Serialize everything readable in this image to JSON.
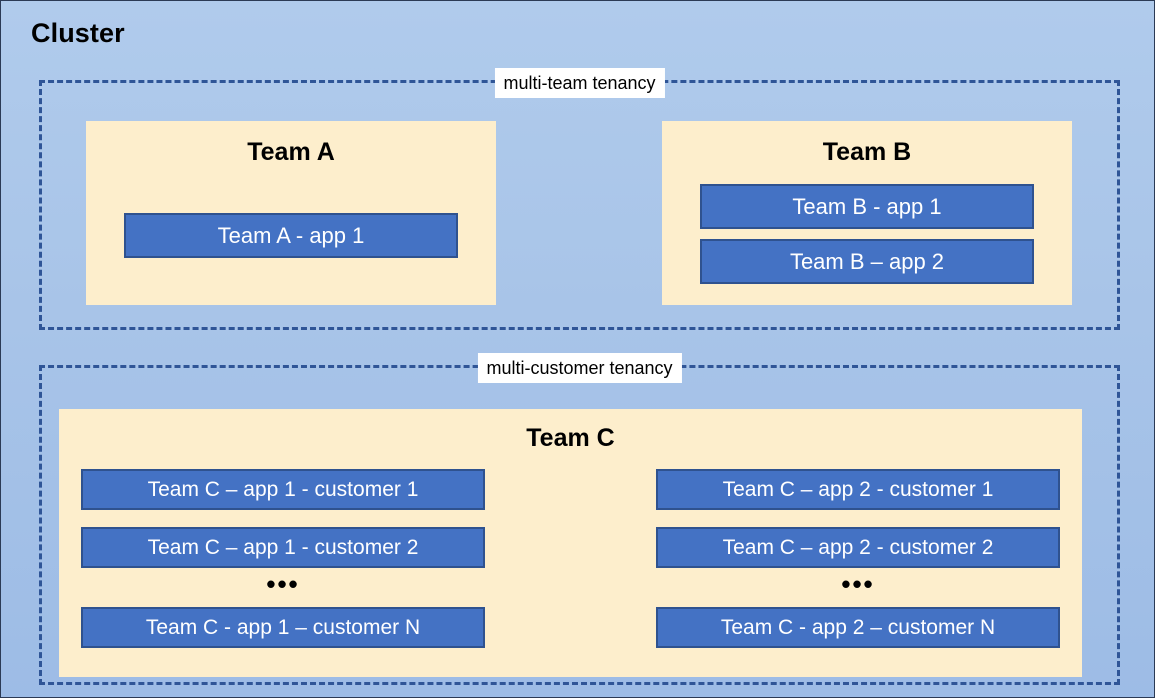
{
  "diagram": {
    "title": "Cluster",
    "background_color": "#a8c4e8",
    "accent_color": "#4472c4",
    "team_box_color": "#fdeecc",
    "dashed_border_color": "#2f5597"
  },
  "regions": [
    {
      "label": "multi-team tenancy",
      "teams": [
        {
          "title": "Team A",
          "apps": [
            {
              "label": "Team A - app 1"
            }
          ]
        },
        {
          "title": "Team B",
          "apps": [
            {
              "label": "Team B - app 1"
            },
            {
              "label": "Team B – app 2"
            }
          ]
        }
      ]
    },
    {
      "label": "multi-customer tenancy",
      "teams": [
        {
          "title": "Team C",
          "columns": [
            {
              "name": "app-1-column",
              "apps": [
                {
                  "label": "Team C – app 1 - customer 1"
                },
                {
                  "label": "Team C – app 1 - customer 2"
                }
              ],
              "ellipsis": "•••",
              "last_app": {
                "label": "Team C - app 1 – customer N"
              }
            },
            {
              "name": "app-2-column",
              "apps": [
                {
                  "label": "Team C – app 2 - customer 1"
                },
                {
                  "label": "Team C – app 2 - customer 2"
                }
              ],
              "ellipsis": "•••",
              "last_app": {
                "label": "Team C - app 2 – customer N"
              }
            }
          ]
        }
      ]
    }
  ]
}
